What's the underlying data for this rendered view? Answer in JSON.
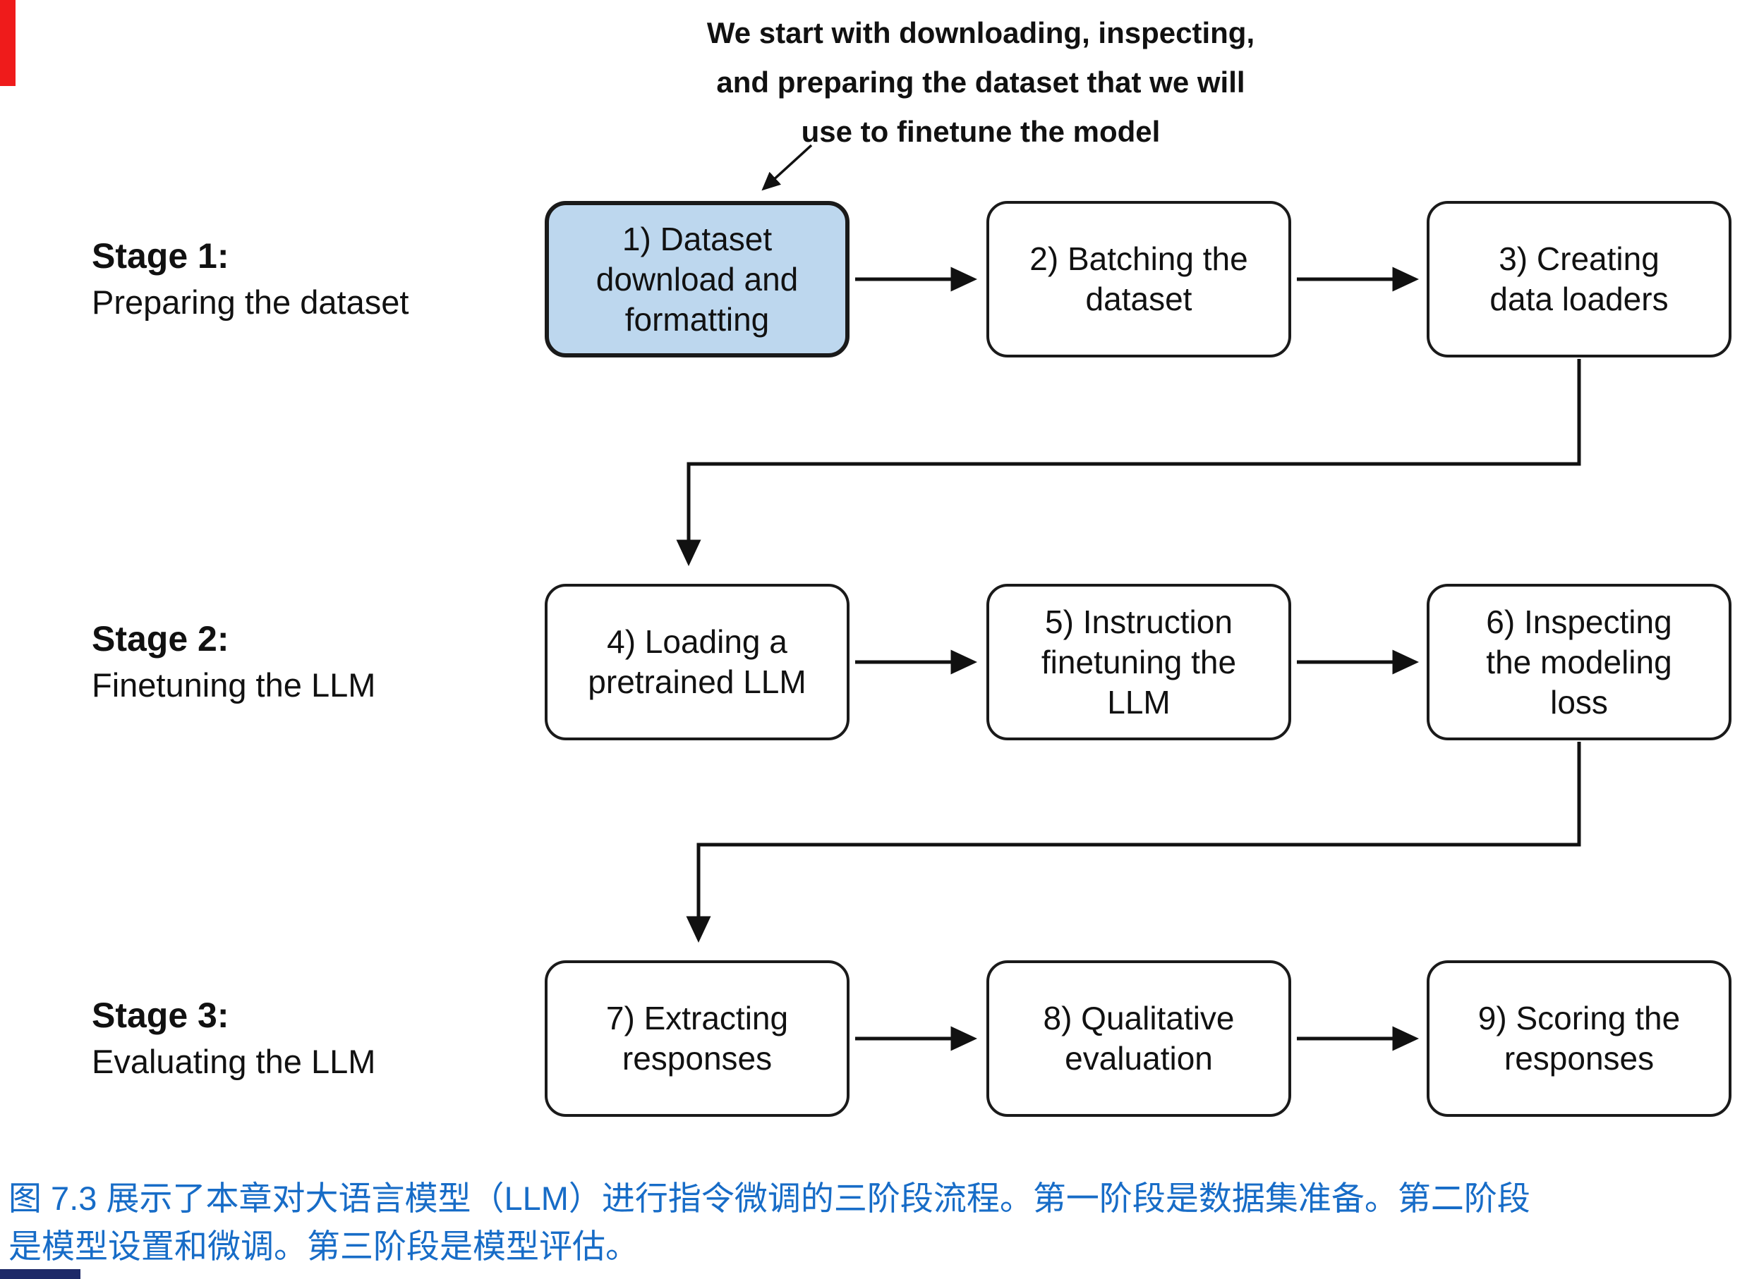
{
  "annotation": {
    "lines": [
      "We start with downloading, inspecting,",
      "and preparing the dataset that we will",
      "use to finetune the model"
    ]
  },
  "stages": [
    {
      "title": "Stage 1:",
      "subtitle": "Preparing the dataset"
    },
    {
      "title": "Stage 2:",
      "subtitle": "Finetuning the LLM"
    },
    {
      "title": "Stage 3:",
      "subtitle": "Evaluating the LLM"
    }
  ],
  "boxes": [
    {
      "label": "1) Dataset download and formatting",
      "lines": [
        "1) Dataset",
        "download and",
        "formatting"
      ],
      "highlighted": true
    },
    {
      "label": "2) Batching the dataset",
      "lines": [
        "2) Batching the",
        "dataset"
      ],
      "highlighted": false
    },
    {
      "label": "3) Creating data loaders",
      "lines": [
        "3) Creating",
        "data loaders"
      ],
      "highlighted": false
    },
    {
      "label": "4) Loading a pretrained LLM",
      "lines": [
        "4) Loading a",
        "pretrained LLM"
      ],
      "highlighted": false
    },
    {
      "label": "5) Instruction finetuning the LLM",
      "lines": [
        "5) Instruction",
        "finetuning the",
        "LLM"
      ],
      "highlighted": false
    },
    {
      "label": "6) Inspecting the modeling loss",
      "lines": [
        "6) Inspecting",
        "the modeling",
        "loss"
      ],
      "highlighted": false
    },
    {
      "label": "7) Extracting responses",
      "lines": [
        "7) Extracting",
        "responses"
      ],
      "highlighted": false
    },
    {
      "label": "8) Qualitative evaluation",
      "lines": [
        "8) Qualitative",
        "evaluation"
      ],
      "highlighted": false
    },
    {
      "label": "9) Scoring the responses",
      "lines": [
        "9) Scoring the",
        "responses"
      ],
      "highlighted": false
    }
  ],
  "caption": {
    "label": "图 7.3 展示了本章对大语言模型（LLM）进行指令微调的三阶段流程。第一阶段是数据集准备。第二阶段是模型设置和微调。第三阶段是模型评估。",
    "lines": [
      "图 7.3 展示了本章对大语言模型（LLM）进行指令微调的三阶段流程。第一阶段是数据集准备。第二阶段",
      "是模型设置和微调。第三阶段是模型评估。"
    ]
  },
  "colors": {
    "highlight_fill": "#bdd7ee",
    "box_border": "#1a1a1a",
    "caption_color": "#176cc7",
    "left_bar_red": "#ef1b1b",
    "bottom_bar_navy": "#1e2a68"
  }
}
